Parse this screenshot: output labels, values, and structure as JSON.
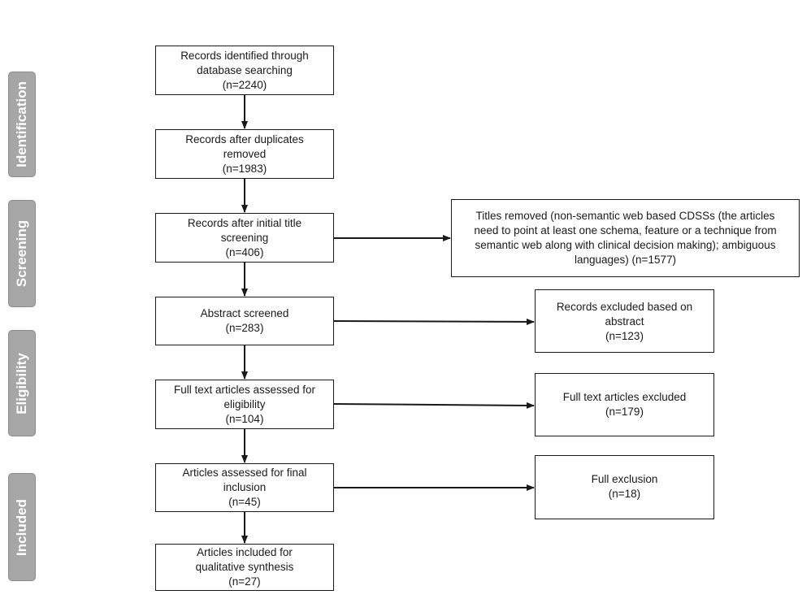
{
  "stages": [
    {
      "label": "Identification"
    },
    {
      "label": "Screening"
    },
    {
      "label": "Eligibility"
    },
    {
      "label": "Included"
    }
  ],
  "main_boxes": [
    {
      "lines": [
        "Records identified through",
        "database searching",
        "(n=2240)"
      ]
    },
    {
      "lines": [
        "Records after duplicates",
        "removed",
        "(n=1983)"
      ]
    },
    {
      "lines": [
        "Records after initial title",
        "screening",
        "(n=406)"
      ]
    },
    {
      "lines": [
        "Abstract screened",
        "(n=283)"
      ]
    },
    {
      "lines": [
        "Full text articles assessed for",
        "eligibility",
        "(n=104)"
      ]
    },
    {
      "lines": [
        "Articles assessed for final",
        "inclusion",
        "(n=45)"
      ]
    },
    {
      "lines": [
        "Articles included for",
        "qualitative synthesis",
        "(n=27)"
      ]
    }
  ],
  "side_boxes": [
    {
      "lines": [
        "Titles removed (non-semantic web based CDSSs (the articles",
        "need to point at least one schema, feature or a technique from",
        "semantic web along with clinical decision making); ambiguous",
        "languages) (n=1577)"
      ]
    },
    {
      "lines": [
        "Records excluded based on",
        "abstract",
        "(n=123)"
      ]
    },
    {
      "lines": [
        "Full text articles excluded",
        "(n=179)"
      ]
    },
    {
      "lines": [
        "Full exclusion",
        "(n=18)"
      ]
    }
  ],
  "colors": {
    "stage_fill": "#a6a6a6",
    "stroke": "#1a1a1a"
  }
}
